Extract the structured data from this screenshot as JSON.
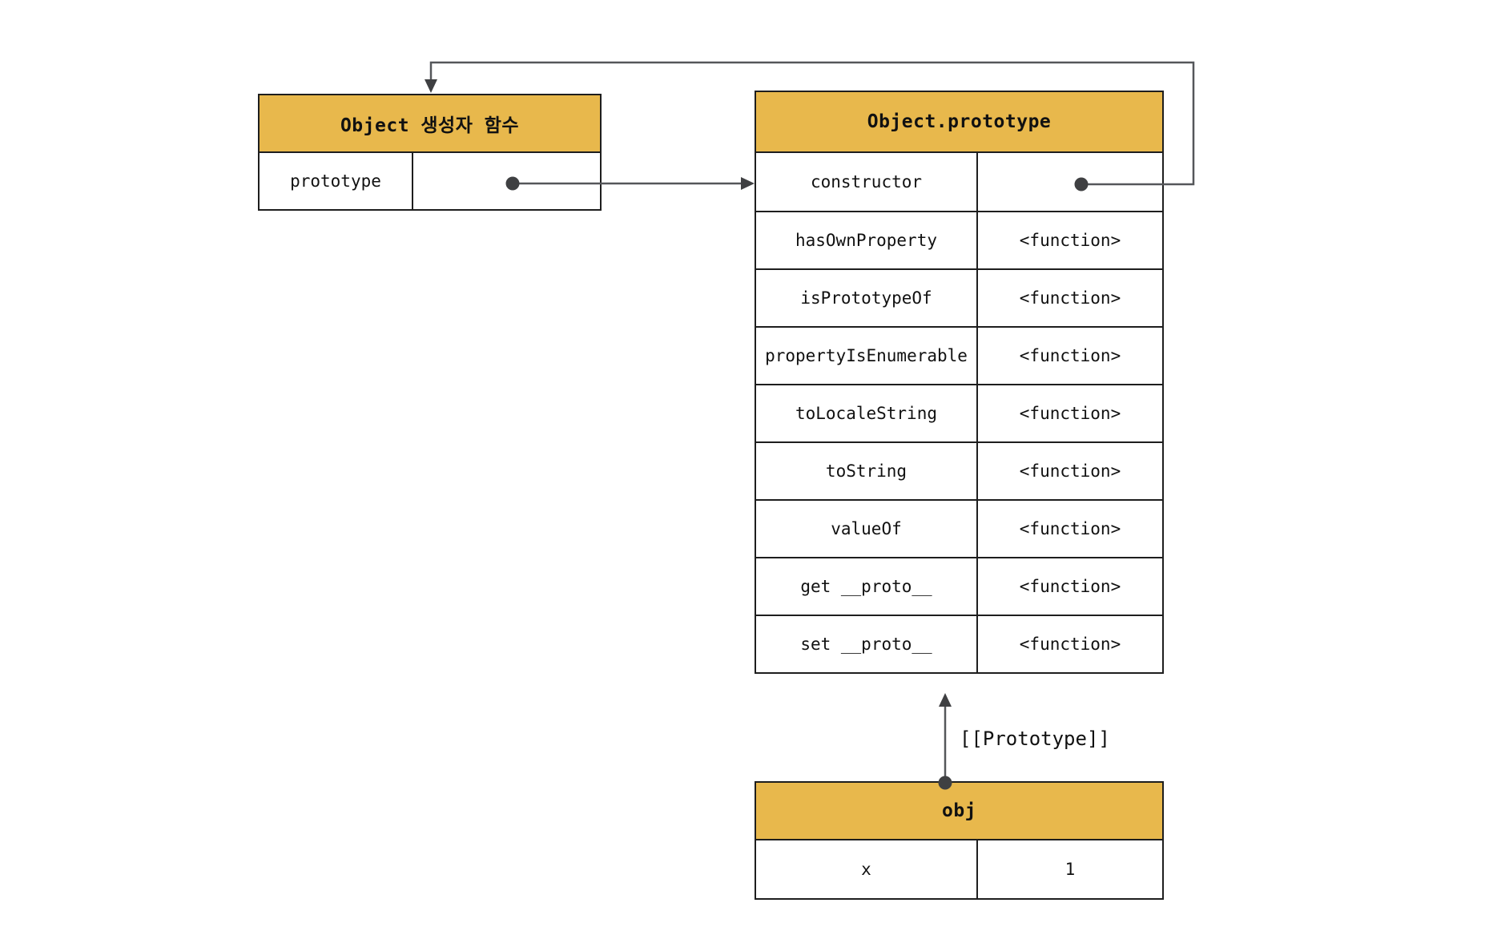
{
  "colors": {
    "header_fill": "#E8B84C",
    "table_border": "#1E1E1E",
    "connector_line": "#55575A",
    "connector_dot": "#3F4042",
    "text": "#111111",
    "background": "#FFFFFF"
  },
  "constructor_table": {
    "title": "Object 생성자 함수",
    "rows": [
      {
        "name": "prototype",
        "value": ""
      }
    ]
  },
  "prototype_table": {
    "title": "Object.prototype",
    "rows": [
      {
        "name": "constructor",
        "value": ""
      },
      {
        "name": "hasOwnProperty",
        "value": "<function>"
      },
      {
        "name": "isPrototypeOf",
        "value": "<function>"
      },
      {
        "name": "propertyIsEnumerable",
        "value": "<function>"
      },
      {
        "name": "toLocaleString",
        "value": "<function>"
      },
      {
        "name": "toString",
        "value": "<function>"
      },
      {
        "name": "valueOf",
        "value": "<function>"
      },
      {
        "name": "get __proto__",
        "value": "<function>"
      },
      {
        "name": "set __proto__",
        "value": "<function>"
      }
    ]
  },
  "obj_table": {
    "title": "obj",
    "rows": [
      {
        "name": "x",
        "value": "1"
      }
    ]
  },
  "labels": {
    "prototype_link": "[[Prototype]]"
  }
}
